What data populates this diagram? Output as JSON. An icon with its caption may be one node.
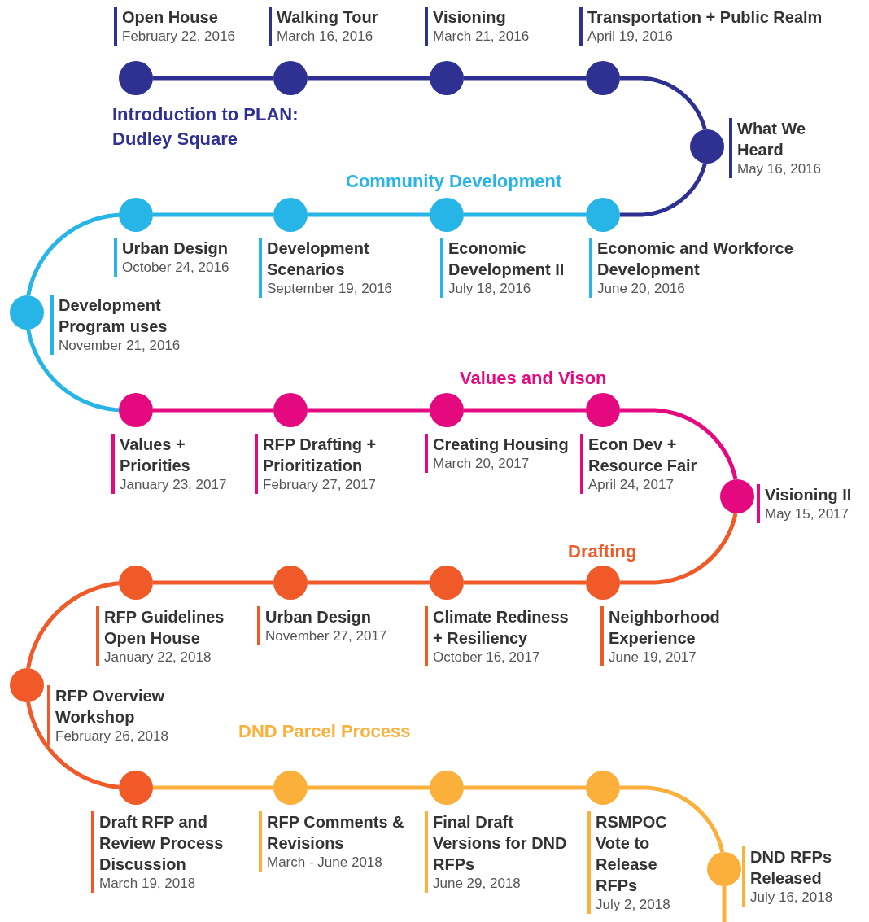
{
  "diagram": {
    "nodes": [
      {
        "text": [],
        "shape": "circle",
        "beside": [
          "Open House",
          "February 22, 2016"
        ]
      },
      {
        "text": [],
        "shape": "circle",
        "beside": [
          "Walking Tour",
          "March 16, 2016"
        ]
      },
      {
        "text": [],
        "shape": "circle",
        "beside": [
          "Visioning",
          "March 21, 2016"
        ]
      },
      {
        "text": [],
        "shape": "circle",
        "beside": [
          "Transportation + Public Realm",
          "April 19, 2016"
        ]
      },
      {
        "text": [],
        "shape": "circle",
        "beside": [
          "What We Heard",
          "May 16, 2016"
        ]
      },
      {
        "text": [],
        "shape": "circle",
        "beside": [
          "Economic and Workforce Development",
          "June 20, 2016"
        ]
      },
      {
        "text": [],
        "shape": "circle",
        "beside": [
          "Economic Development II",
          "July 18, 2016"
        ]
      },
      {
        "text": [],
        "shape": "circle",
        "beside": [
          "Development Scenarios",
          "September 19, 2016"
        ]
      },
      {
        "text": [],
        "shape": "circle",
        "beside": [
          "Urban Design",
          "October 24, 2016"
        ]
      },
      {
        "text": [],
        "shape": "circle",
        "beside": [
          "Development Program uses",
          "November 21, 2016"
        ]
      },
      {
        "text": [],
        "shape": "circle",
        "beside": [
          "Values + Priorities",
          "January 23, 2017"
        ]
      },
      {
        "text": [],
        "shape": "circle",
        "beside": [
          "RFP Drafting + Prioritization",
          "February 27, 2017"
        ]
      },
      {
        "text": [],
        "shape": "circle",
        "beside": [
          "Creating Housing",
          "March 20, 2017"
        ]
      },
      {
        "text": [],
        "shape": "circle",
        "beside": [
          "Econ Dev + Resource Fair",
          "April 24, 2017"
        ]
      },
      {
        "text": [],
        "shape": "circle",
        "beside": [
          "Visioning II",
          "May 15, 2017"
        ]
      },
      {
        "text": [],
        "shape": "circle",
        "beside": [
          "Neighborhood Experience",
          "June 19, 2017"
        ]
      },
      {
        "text": [],
        "shape": "circle",
        "beside": [
          "Climate Rediness + Resiliency",
          "October 16, 2017"
        ]
      },
      {
        "text": [],
        "shape": "circle",
        "beside": [
          "Urban Design",
          "November 27, 2017"
        ]
      },
      {
        "text": [],
        "shape": "circle",
        "beside": [
          "RFP Guidelines Open House",
          "January 22, 2018"
        ]
      },
      {
        "text": [],
        "shape": "circle",
        "beside": [
          "RFP Overview Workshop",
          "February 26, 2018"
        ]
      },
      {
        "text": [],
        "shape": "circle",
        "beside": [
          "Draft RFP and Review Process Discussion",
          "March 19, 2018"
        ]
      },
      {
        "text": [],
        "shape": "circle",
        "beside": [
          "RFP Comments & Revisions",
          "March - June 2018"
        ]
      },
      {
        "text": [],
        "shape": "circle",
        "beside": [
          "Final Draft Versions for DND RFPs",
          "June 29, 2018"
        ]
      },
      {
        "text": [],
        "shape": "circle",
        "beside": [
          "RSMPOC Vote to Release RFPs",
          "July 2, 2018"
        ]
      },
      {
        "text": [],
        "shape": "circle",
        "beside": [
          "DND RFPs Released",
          "July 16, 2018"
        ]
      }
    ],
    "edges": [
      {
        "from": 0,
        "to": 1,
        "arrow": "none",
        "color": "#2e3192"
      },
      {
        "from": 1,
        "to": 2,
        "arrow": "none",
        "color": "#2e3192"
      },
      {
        "from": 2,
        "to": 3,
        "arrow": "none",
        "color": "#2e3192"
      },
      {
        "from": 3,
        "to": 4,
        "arrow": "none",
        "color": "#2e3192"
      },
      {
        "from": 4,
        "to": 5,
        "arrow": "none",
        "color": "#2e3192"
      },
      {
        "from": 5,
        "to": 6,
        "arrow": "none",
        "color": "#27b4e6"
      },
      {
        "from": 6,
        "to": 7,
        "arrow": "none",
        "color": "#27b4e6"
      },
      {
        "from": 7,
        "to": 8,
        "arrow": "none",
        "color": "#27b4e6"
      },
      {
        "from": 8,
        "to": 9,
        "arrow": "none",
        "color": "#27b4e6"
      },
      {
        "from": 9,
        "to": 10,
        "arrow": "none",
        "color": "#27b4e6"
      },
      {
        "from": 10,
        "to": 11,
        "arrow": "none",
        "color": "#e5097f"
      },
      {
        "from": 11,
        "to": 12,
        "arrow": "none",
        "color": "#e5097f"
      },
      {
        "from": 12,
        "to": 13,
        "arrow": "none",
        "color": "#e5097f"
      },
      {
        "from": 13,
        "to": 14,
        "arrow": "none",
        "color": "#e5097f"
      },
      {
        "from": 14,
        "to": 15,
        "arrow": "none"
      },
      {
        "from": 15,
        "to": 16,
        "arrow": "none"
      },
      {
        "from": 16,
        "to": 17,
        "arrow": "none"
      },
      {
        "from": 17,
        "to": 18,
        "arrow": "none"
      },
      {
        "from": 18,
        "to": 19,
        "arrow": "none"
      },
      {
        "from": 19,
        "to": 20,
        "arrow": "none"
      },
      {
        "from": 20,
        "to": 21,
        "arrow": "none",
        "color": "#fbb03b"
      },
      {
        "from": 21,
        "to": 22,
        "arrow": "none",
        "color": "#fbb03b"
      },
      {
        "from": 22,
        "to": 23,
        "arrow": "none",
        "color": "#fbb03b"
      },
      {
        "from": 23,
        "to": 24,
        "arrow": "none",
        "color": "#fbb03b"
      },
      {
        "from": 24,
        "to": null,
        "arrow": "none",
        "color": "#fbb03b"
      }
    ],
    "labels": [
      "Introduction to PLAN: Dudley Square",
      "Community Development",
      "Values and Vison",
      "Drafting",
      "DND Parcel Process"
    ]
  }
}
